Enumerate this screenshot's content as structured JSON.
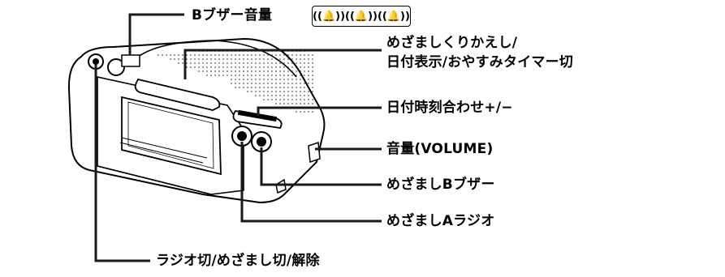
{
  "labels": {
    "b_buzzer_volume": "Bブザー音量",
    "snooze_line1": "めざましくりかえし/",
    "snooze_line2": "日付表示/おやすみタイマー切",
    "date_time_adjust": "日付時刻合わせ+/−",
    "volume": "音量(VOLUME)",
    "alarm_b_buzzer": "めざましBブザー",
    "alarm_a_radio": "めざましAラジオ",
    "radio_off": "ラジオ切/めざまし切/解除"
  },
  "volume_symbol": "((🔔))((🔔))((🔔))",
  "colors": {
    "line": "#1a1a1a",
    "device": "#000000",
    "background": "#ffffff"
  }
}
